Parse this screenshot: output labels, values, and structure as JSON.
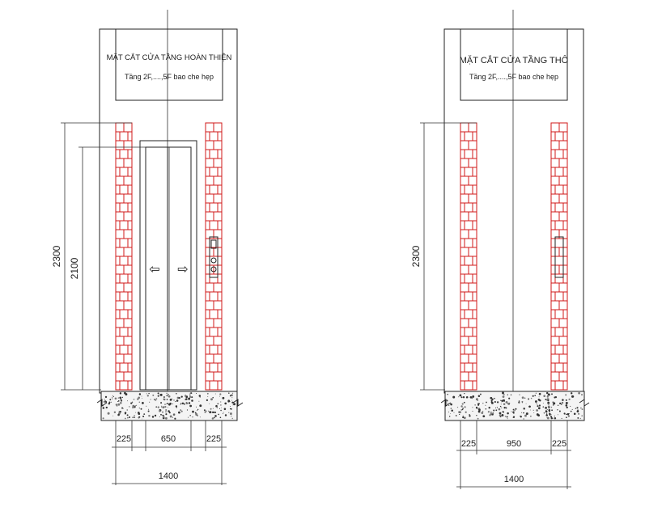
{
  "left": {
    "title": "MẶT CẮT CỬA TẦNG HOÀN THIỆN",
    "subtitle": "Tầng 2F,....,5F bao che hẹp",
    "dims": {
      "height_total": "2300",
      "height_door": "2100",
      "wall_left": "225",
      "opening": "650",
      "wall_right": "225",
      "width_total": "1400"
    },
    "arrow_left_glyph": "⇦",
    "arrow_right_glyph": "⇨"
  },
  "right": {
    "title": "MẶT CẮT CỬA TẦNG THÔ",
    "subtitle": "Tầng 2F,....,5F bao che hẹp",
    "dims": {
      "height_total": "2300",
      "wall_left": "225",
      "opening": "950",
      "wall_right": "225",
      "width_total": "1400"
    }
  },
  "colors": {
    "line": "#222222",
    "brick": "#d01818"
  }
}
